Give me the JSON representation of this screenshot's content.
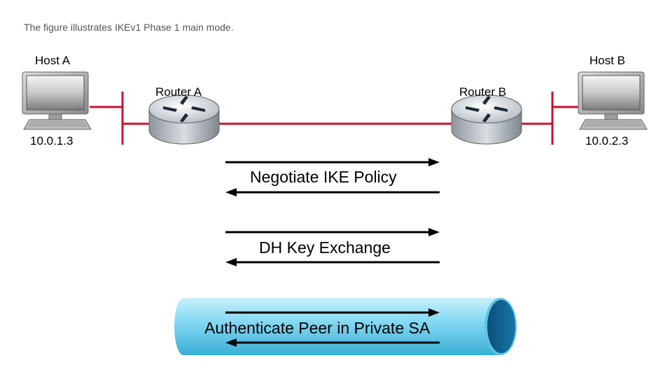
{
  "caption": "The figure illustrates IKEv1 Phase 1 main mode.",
  "host_a": {
    "name": "Host A",
    "ip": "10.0.1.3"
  },
  "host_b": {
    "name": "Host B",
    "ip": "10.0.2.3"
  },
  "router_a": {
    "name": "Router A"
  },
  "router_b": {
    "name": "Router B"
  },
  "exchanges": [
    {
      "label": "Negotiate IKE Policy"
    },
    {
      "label": "DH Key Exchange"
    },
    {
      "label": "Authenticate Peer in Private SA"
    }
  ],
  "colors": {
    "link": "#c8102e",
    "tunnel": "#7fd6f2",
    "tunnel_end": "#0b5e8c"
  },
  "icons": [
    "computer-icon",
    "router-icon",
    "arrow-icon",
    "tunnel-icon"
  ]
}
